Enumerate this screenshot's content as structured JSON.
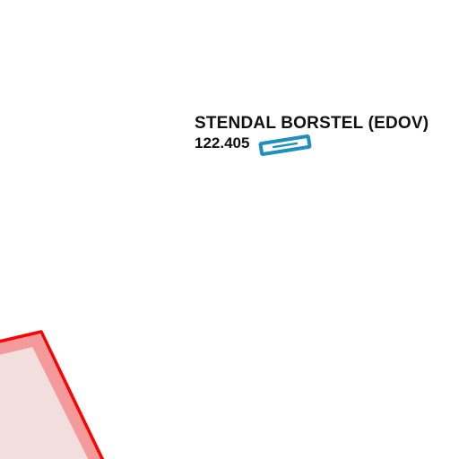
{
  "map": {
    "background": "#ffffff",
    "airfield": {
      "name": "STENDAL BORSTEL (EDOV)",
      "frequency": "122.405",
      "symbol": "runway-icon",
      "symbol_color": "#1e8fbf",
      "text_color": "#111111"
    },
    "airspace": {
      "kind": "restricted-area",
      "border_color": "#ff0000",
      "inner_band_color": "#f49a9a",
      "fill_color": "#f3dede"
    }
  }
}
